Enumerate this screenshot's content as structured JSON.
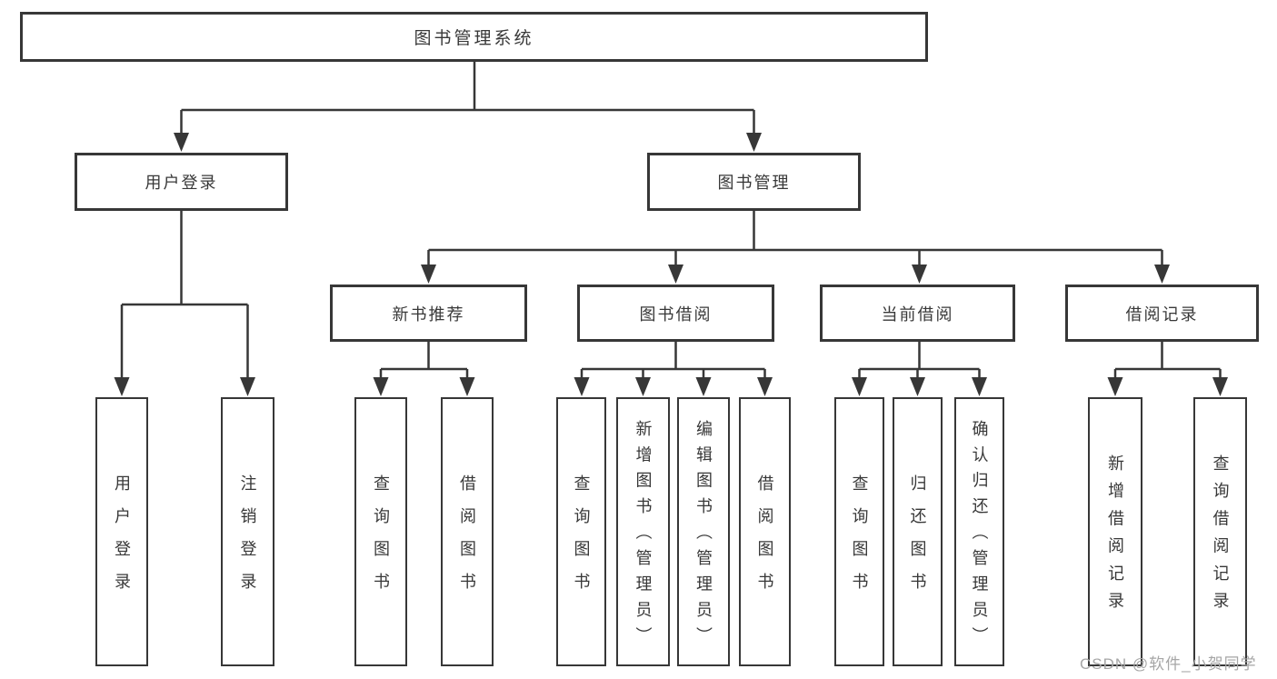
{
  "root": {
    "label": "图书管理系统"
  },
  "login_branch": {
    "label": "用户登录",
    "children": [
      {
        "label": "用户登录"
      },
      {
        "label": "注销登录"
      }
    ]
  },
  "mgmt_branch": {
    "label": "图书管理",
    "sections": [
      {
        "label": "新书推荐",
        "children": [
          {
            "label": "查询图书"
          },
          {
            "label": "借阅图书"
          }
        ]
      },
      {
        "label": "图书借阅",
        "children": [
          {
            "label": "查询图书"
          },
          {
            "label": "新增图书（管理员）"
          },
          {
            "label": "编辑图书（管理员）"
          },
          {
            "label": "借阅图书"
          }
        ]
      },
      {
        "label": "当前借阅",
        "children": [
          {
            "label": "查询图书"
          },
          {
            "label": "归还图书"
          },
          {
            "label": "确认归还（管理员）"
          }
        ]
      },
      {
        "label": "借阅记录",
        "children": [
          {
            "label": "新增借阅记录"
          },
          {
            "label": "查询借阅记录"
          }
        ]
      }
    ]
  },
  "watermark": "CSDN @软件_小贺同学",
  "colors": {
    "line": "#373737",
    "text": "#383838",
    "watermark": "#a6a6a6",
    "background": "#ffffff"
  }
}
